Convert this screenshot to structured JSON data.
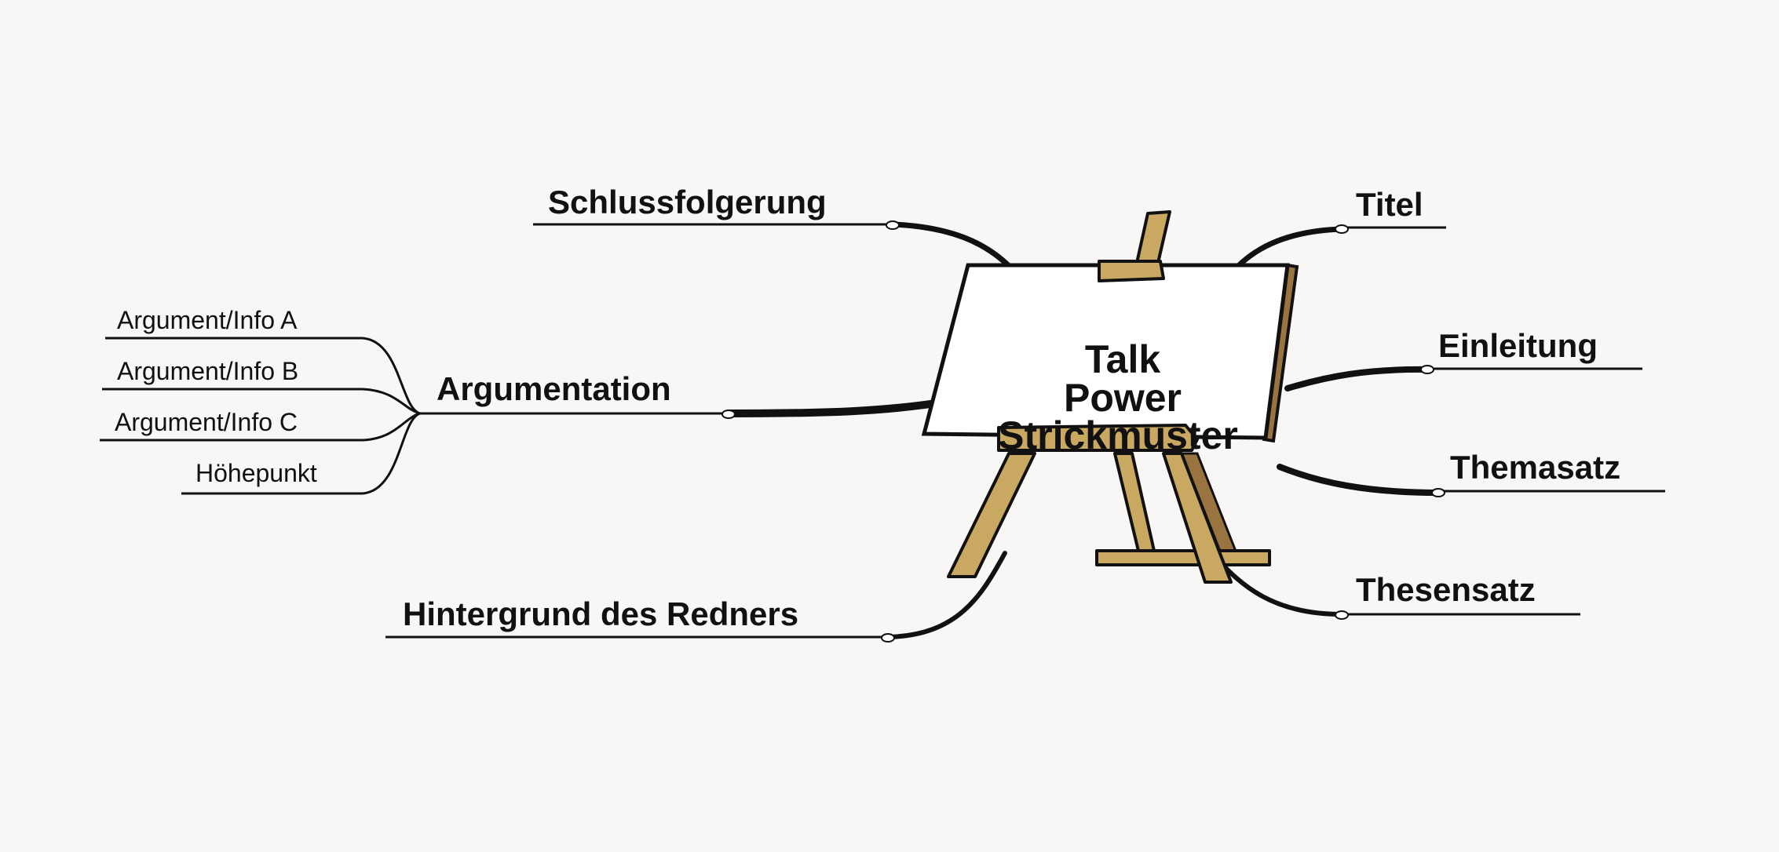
{
  "center": {
    "lines": [
      "Talk",
      "Power",
      "Strickmuster"
    ]
  },
  "branches": {
    "schlussfolgerung": "Schlussfolgerung",
    "titel": "Titel",
    "einleitung": "Einleitung",
    "themasatz": "Themasatz",
    "thesensatz": "Thesensatz",
    "hintergrund": "Hintergrund des Redners",
    "argumentation": "Argumentation"
  },
  "argumentation_children": [
    "Argument/Info A",
    "Argument/Info B",
    "Argument/Info C",
    "Höhepunkt"
  ],
  "colors": {
    "background": "#f8f7f5",
    "wood": "#c9a862",
    "wood_dark": "#9a7440",
    "line": "#111111"
  }
}
